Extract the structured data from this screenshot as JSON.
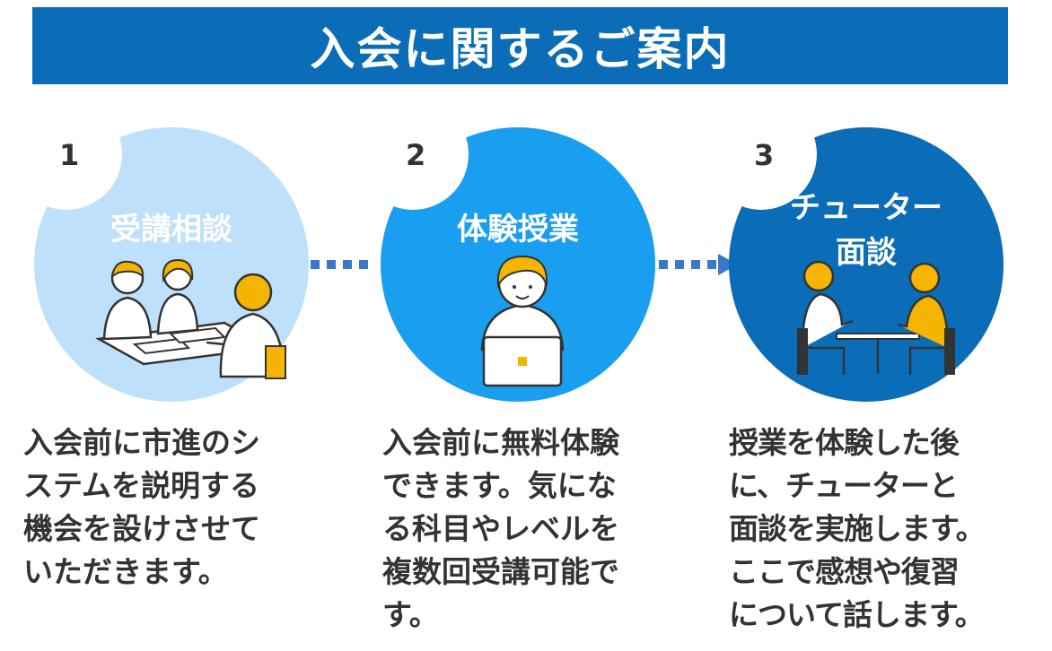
{
  "banner": {
    "title": "入会に関するご案内"
  },
  "steps": [
    {
      "number": "1",
      "title": "受講相談",
      "circle_color": "#bfe0fa",
      "description": [
        "入会前に市進のシ",
        "ステムを説明する",
        "機会を設けさせて",
        "いただきます。"
      ]
    },
    {
      "number": "2",
      "title": "体験授業",
      "circle_color": "#1a9ff0",
      "description": [
        "入会前に無料体験",
        "できます。気にな",
        "る科目やレベルを",
        "複数回受講可能で",
        "す。"
      ]
    },
    {
      "number": "3",
      "title_lines": [
        "チューター",
        "面談"
      ],
      "circle_color": "#0b6db8",
      "description": [
        "授業を体験した後",
        "に、チューターと",
        "面談を実施します。",
        "ここで感想や復習",
        "について話します。"
      ]
    }
  ],
  "colors": {
    "accent": "#0b6db8",
    "connector": "#3a79c9",
    "person_hair": "#f4b400"
  },
  "icons": [
    "consultation-people-illustration",
    "student-laptop-illustration",
    "tutor-interview-illustration"
  ]
}
